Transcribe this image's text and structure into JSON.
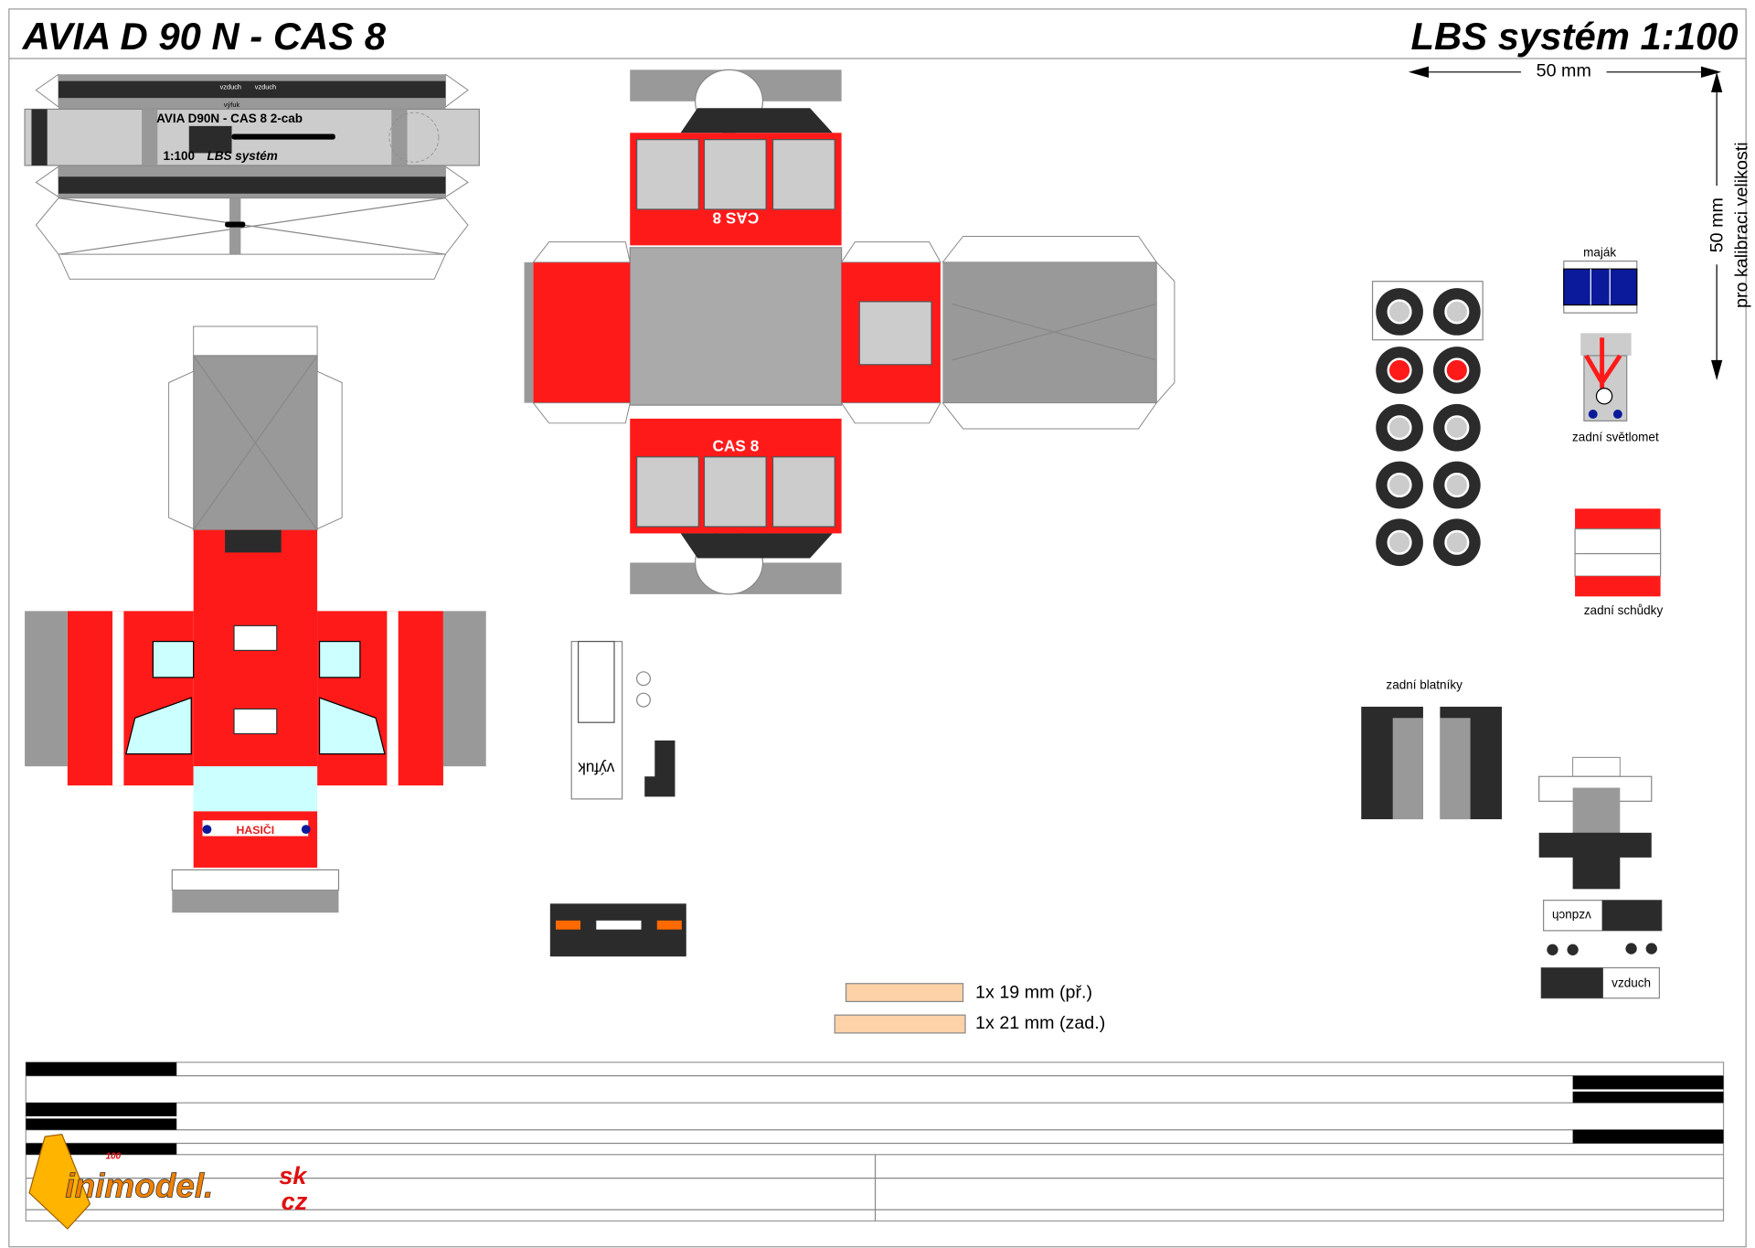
{
  "header": {
    "title": "AVIA D 90 N - CAS 8",
    "system": "LBS systém 1:100"
  },
  "calibration": {
    "horizontal": "50 mm",
    "vertical": "50 mm",
    "note": "pro kalibraci velikosti"
  },
  "chassis": {
    "label_air_1": "vzduch",
    "label_air_2": "vzduch",
    "label_exhaust": "výfuk",
    "model_name": "AVIA D90N - CAS 8 2-cab",
    "scale": "1:100",
    "system": "LBS systém"
  },
  "body": {
    "side_label_top": "CAS 8",
    "side_label_bottom": "CAS 8"
  },
  "cab": {
    "front_label": "HASIČI"
  },
  "parts": {
    "exhaust": "výfuk",
    "beacon": "maják",
    "rear_light": "zadní světlomet",
    "rear_steps": "zadní schůdky",
    "rear_fenders": "zadní blatníky",
    "air_1": "vzduch",
    "air_2": "vzduch"
  },
  "strips": [
    {
      "label": "1x 19 mm (př.)"
    },
    {
      "label": "1x 21 mm (zad.)"
    }
  ],
  "logo": {
    "text": "Minimodel.sk cz",
    "badge": "100"
  },
  "colors": {
    "red": "#ff1a1a",
    "dark": "#2b2b2b",
    "gray": "#999999",
    "light_gray": "#cccccc",
    "blue": "#0a1a9a",
    "glass": "#ccffff",
    "strip": "#fdd2a8"
  }
}
